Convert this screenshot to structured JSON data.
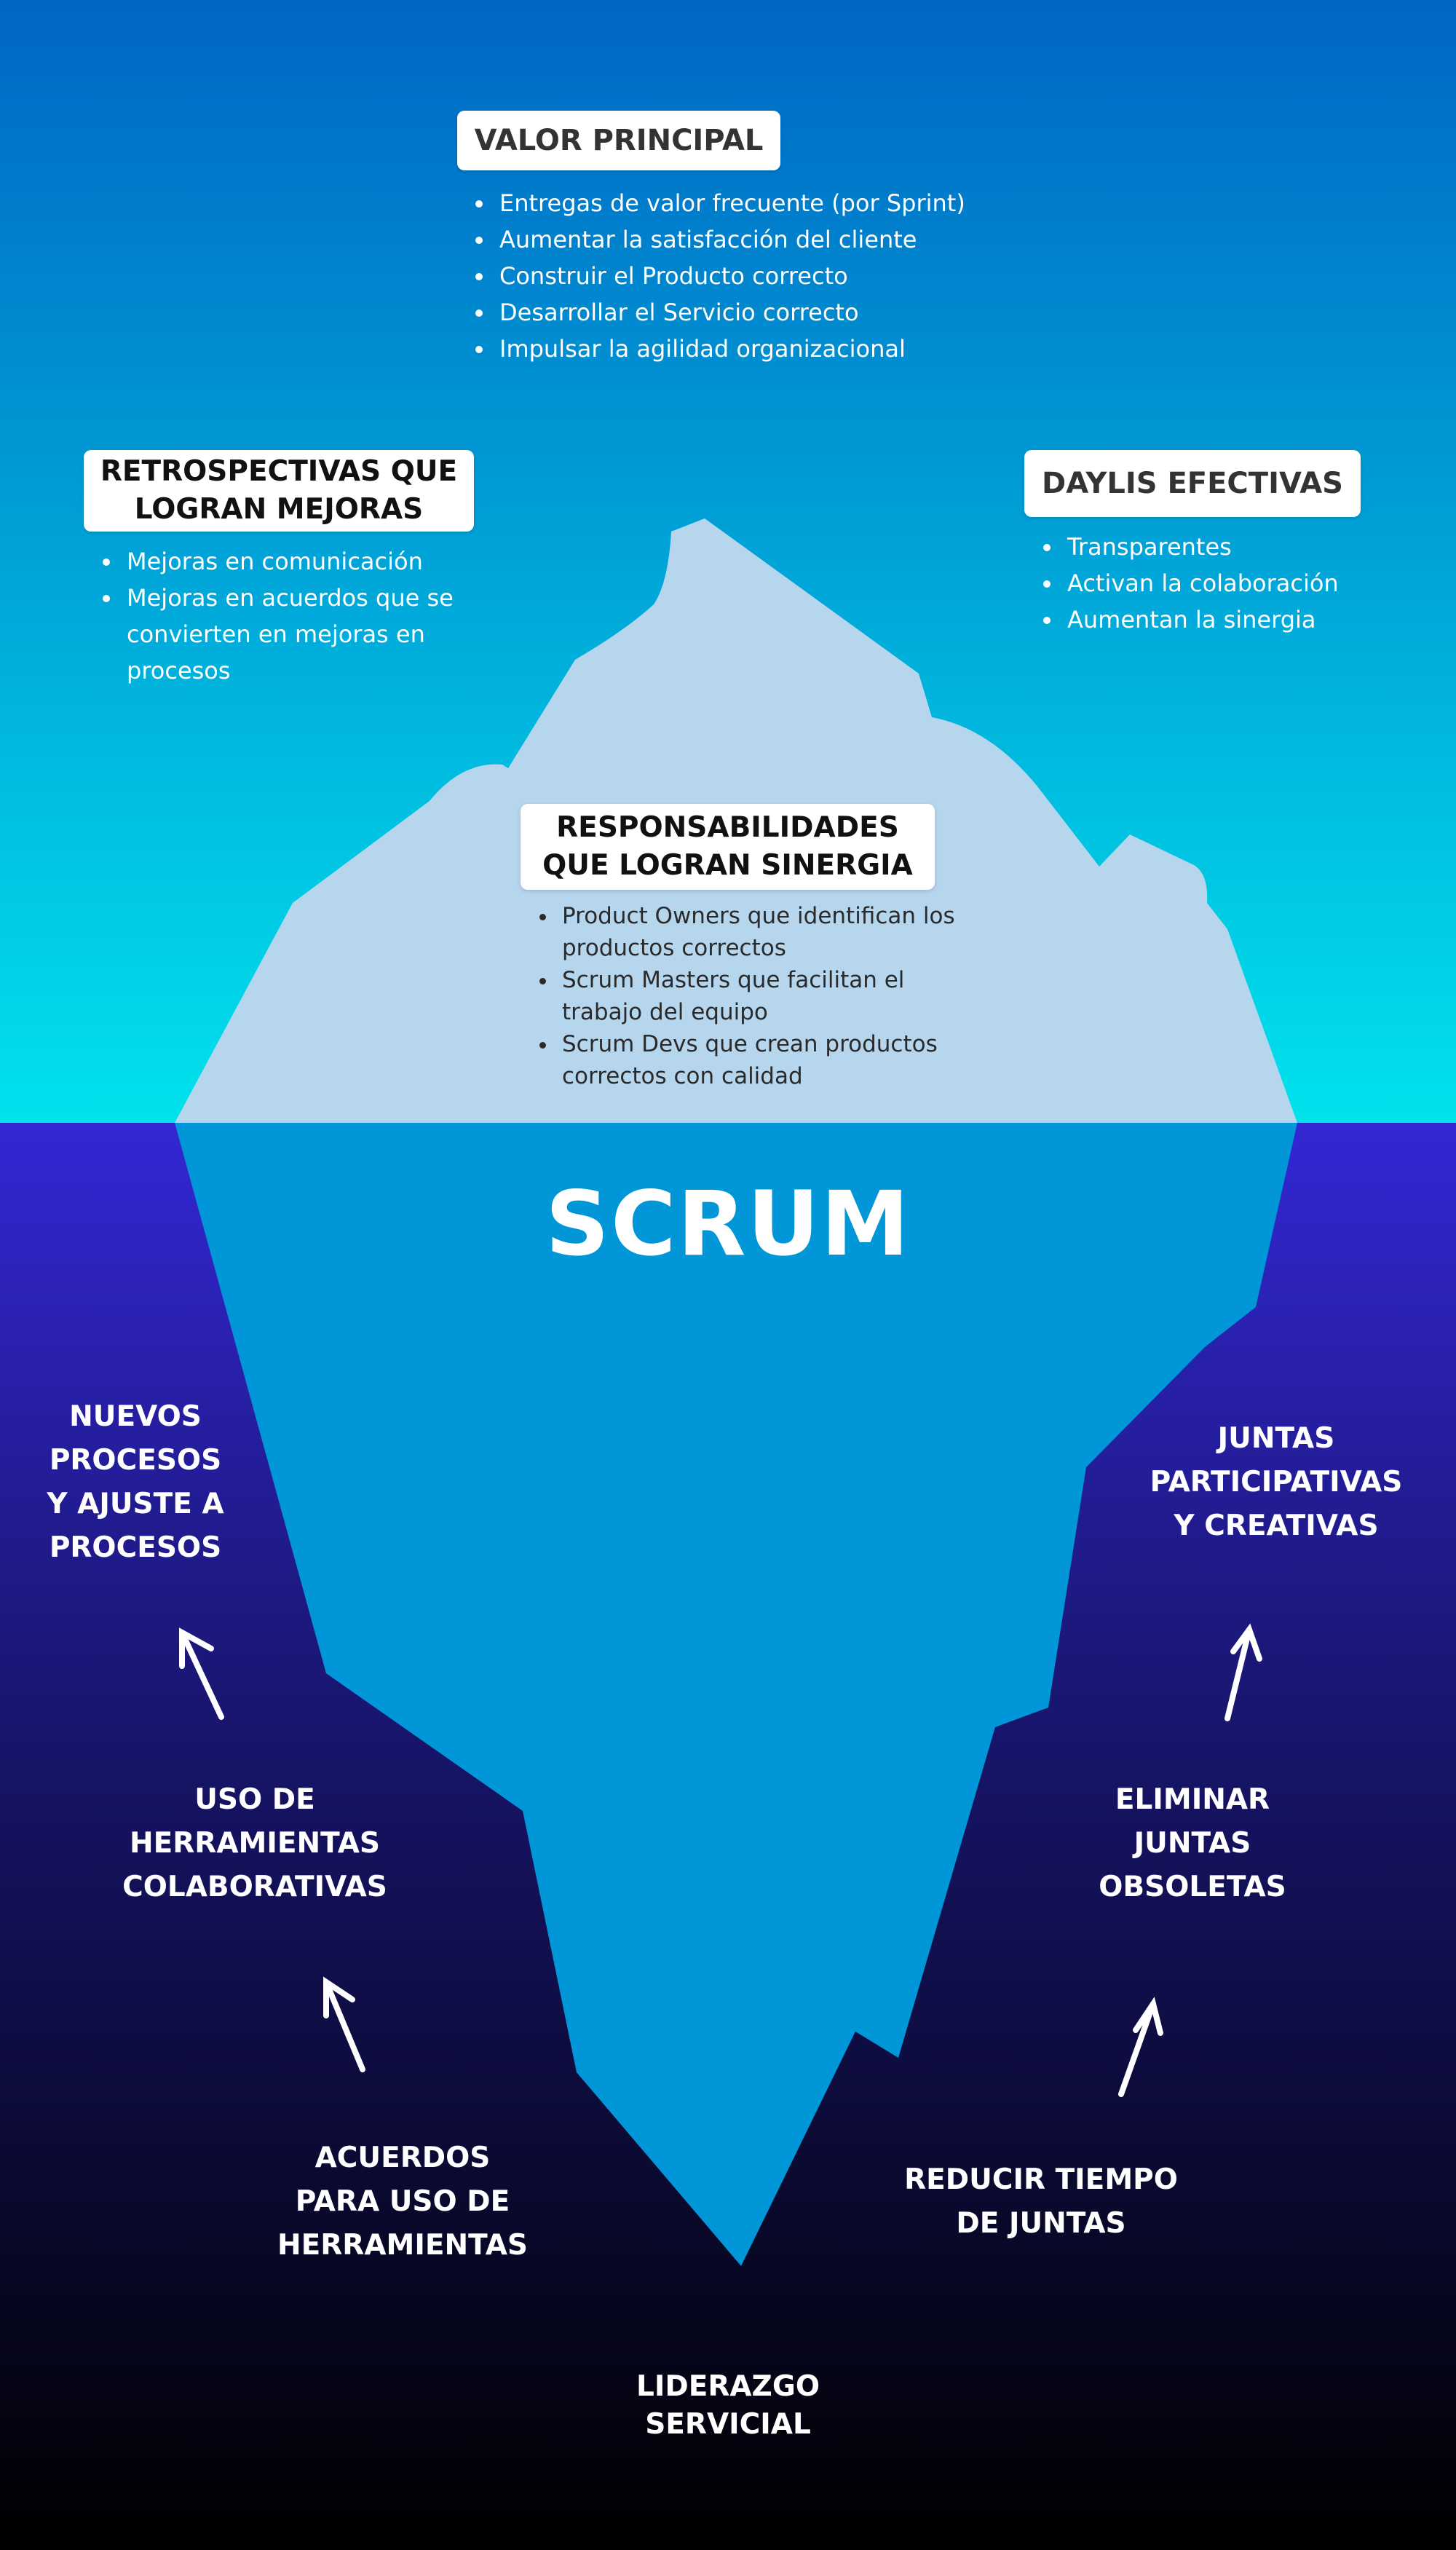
{
  "colors": {
    "sky_top": "#0066c4",
    "sky_bottom": "#00e2ec",
    "sea_top": "#3327d4",
    "sea_mid": "#161466",
    "sea_bottom": "#000000",
    "ice_above": "#b6d6ee",
    "ice_below": "#0096d8"
  },
  "title": "SCRUM",
  "above_water": {
    "valor": {
      "heading": "VALOR PRINCIPAL",
      "items": [
        "Entregas de valor frecuente (por Sprint)",
        "Aumentar la satisfacción del cliente",
        "Construir el Producto correcto",
        "Desarrollar el Servicio correcto",
        "Impulsar la agilidad organizacional"
      ]
    },
    "retro": {
      "heading": "RETROSPECTIVAS QUE\nLOGRAN MEJORAS",
      "items": [
        "Mejoras en comunicación",
        "Mejoras en acuerdos que se convierten en mejoras en procesos"
      ]
    },
    "dailys": {
      "heading": "DAYLIS EFECTIVAS",
      "items": [
        "Transparentes",
        "Activan la colaboración",
        "Aumentan la sinergia"
      ]
    },
    "responsabilidades": {
      "heading": "RESPONSABILIDADES\nQUE LOGRAN SINERGIA",
      "items": [
        "Product Owners que identifican los productos correctos",
        "Scrum Masters que facilitan el trabajo del equipo",
        "Scrum Devs que crean productos correctos con calidad"
      ]
    }
  },
  "below_water": {
    "left": {
      "top": "NUEVOS\nPROCESOS\nY AJUSTE A\nPROCESOS",
      "middle": "USO DE\nHERRAMIENTAS\nCOLABORATIVAS",
      "bottom": "ACUERDOS\nPARA USO DE\nHERRAMIENTAS"
    },
    "right": {
      "top": "JUNTAS\nPARTICIPATIVAS\nY CREATIVAS",
      "middle": "ELIMINAR\nJUNTAS\nOBSOLETAS",
      "bottom": "REDUCIR TIEMPO\nDE JUNTAS"
    },
    "base": "LIDERAZGO\nSERVICIAL"
  }
}
